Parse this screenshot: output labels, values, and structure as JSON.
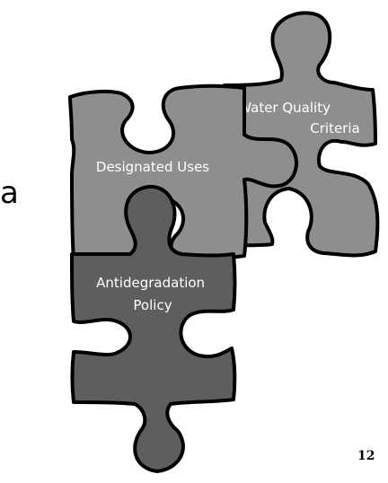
{
  "slide": {
    "fragment_text": "a",
    "page_number": "12"
  },
  "puzzle": {
    "pieces": [
      {
        "id": "water-quality-criteria",
        "label_lines": [
          "Water Quality",
          "Criteria"
        ],
        "fill": "#8e8e8e"
      },
      {
        "id": "designated-uses",
        "label_lines": [
          "Designated Uses"
        ],
        "fill": "#8e8e8e"
      },
      {
        "id": "antidegradation-policy",
        "label_lines": [
          "Antidegradation",
          "Policy"
        ],
        "fill": "#5e5e5e"
      }
    ]
  },
  "colors": {
    "piece_outline": "#000000",
    "label_text": "#ffffff",
    "background": "#ffffff"
  }
}
